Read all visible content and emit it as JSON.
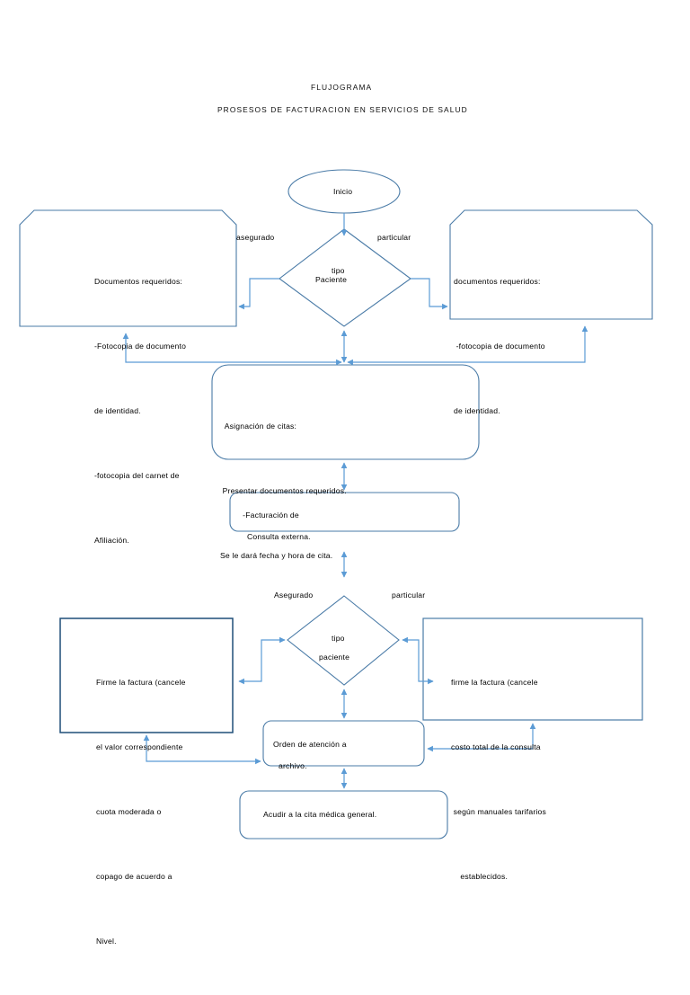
{
  "document": {
    "title_line1": "FLUJOGRAMA",
    "title_line2": "PROSESOS DE FACTURACION EN SERVICIOS DE SALUD"
  },
  "theme": {
    "shape_stroke": "#4A7BA7",
    "connector_stroke": "#5B9BD5",
    "dark_box_stroke": "#1F4E79",
    "page_background": "#FFFFFF",
    "text_color": "#000000"
  },
  "nodes": {
    "start": {
      "shape": "ellipse",
      "label": "Inicio"
    },
    "decision_1": {
      "shape": "diamond",
      "line1": "tipo",
      "line2": "Paciente",
      "branch_left_label": "asegurado",
      "branch_right_label": "particular"
    },
    "doc_left": {
      "shape": "document-cut-corners",
      "lines": [
        "Documentos requeridos:",
        "-Fotocopia de documento",
        "de identidad.",
        "-fotocopia del carnet de",
        "Afiliación."
      ]
    },
    "doc_right": {
      "shape": "document-cut-corners",
      "lines": [
        "documentos requeridos:",
        " -fotocopia de documento",
        "de identidad."
      ]
    },
    "asignacion": {
      "shape": "rounded-rect",
      "lines": [
        "  Asignación de citas:",
        " Presentar documentos requeridos.",
        "Se le dará fecha y hora de cita."
      ]
    },
    "facturacion": {
      "shape": "rounded-rect",
      "line_inside": "  -Facturación de",
      "line_overflow": "Consulta externa."
    },
    "decision_2": {
      "shape": "diamond",
      "line1": "tipo",
      "line2": "paciente",
      "branch_left_label": "Asegurado",
      "branch_right_label": "particular"
    },
    "firme_left": {
      "shape": "rect",
      "lines": [
        "Firme la factura (cancele",
        "el valor correspondiente",
        "cuota moderada o",
        "copago de acuerdo a",
        "Nivel."
      ]
    },
    "firme_right": {
      "shape": "rect",
      "lines": [
        "firme la factura (cancele",
        "costo total de la consulta",
        " según manuales tarifarios",
        "    establecidos."
      ]
    },
    "orden": {
      "shape": "rounded-rect",
      "line_inside": "Orden de atención a",
      "line_overflow": "archivo."
    },
    "acudir": {
      "shape": "rounded-rect",
      "label": "Acudir a la cita médica general."
    }
  },
  "connectors": [
    {
      "name": "start-to-decision1",
      "from": "start",
      "to": "decision_1",
      "style": "arrow-down"
    },
    {
      "name": "decision1-to-doc-left",
      "from": "decision_1",
      "to": "doc_left",
      "style": "elbow-left-arrow"
    },
    {
      "name": "decision1-to-doc-right",
      "from": "decision_1",
      "to": "doc_right",
      "style": "elbow-right-arrow"
    },
    {
      "name": "decision1-to-asignacion",
      "from": "decision_1",
      "to": "asignacion",
      "style": "double-arrow-vertical"
    },
    {
      "name": "doc-left-to-asignacion",
      "from": "doc_left",
      "to": "asignacion",
      "style": "elbow-double"
    },
    {
      "name": "doc-right-to-asignacion",
      "from": "doc_right",
      "to": "asignacion",
      "style": "elbow-double"
    },
    {
      "name": "asignacion-to-facturacion",
      "from": "asignacion",
      "to": "facturacion",
      "style": "double-arrow-vertical"
    },
    {
      "name": "facturacion-to-decision2",
      "from": "facturacion",
      "to": "decision_2",
      "style": "double-arrow-vertical"
    },
    {
      "name": "decision2-to-firme-left",
      "from": "decision_2",
      "to": "firme_left",
      "style": "elbow-left-double"
    },
    {
      "name": "decision2-to-firme-right",
      "from": "decision_2",
      "to": "firme_right",
      "style": "elbow-right-double"
    },
    {
      "name": "decision2-to-orden",
      "from": "decision_2",
      "to": "orden",
      "style": "double-arrow-vertical"
    },
    {
      "name": "firme-left-to-orden",
      "from": "firme_left",
      "to": "orden",
      "style": "elbow-double"
    },
    {
      "name": "firme-right-to-orden",
      "from": "firme_right",
      "to": "orden",
      "style": "elbow-double"
    },
    {
      "name": "orden-to-acudir",
      "from": "orden",
      "to": "acudir",
      "style": "double-arrow-vertical"
    }
  ]
}
